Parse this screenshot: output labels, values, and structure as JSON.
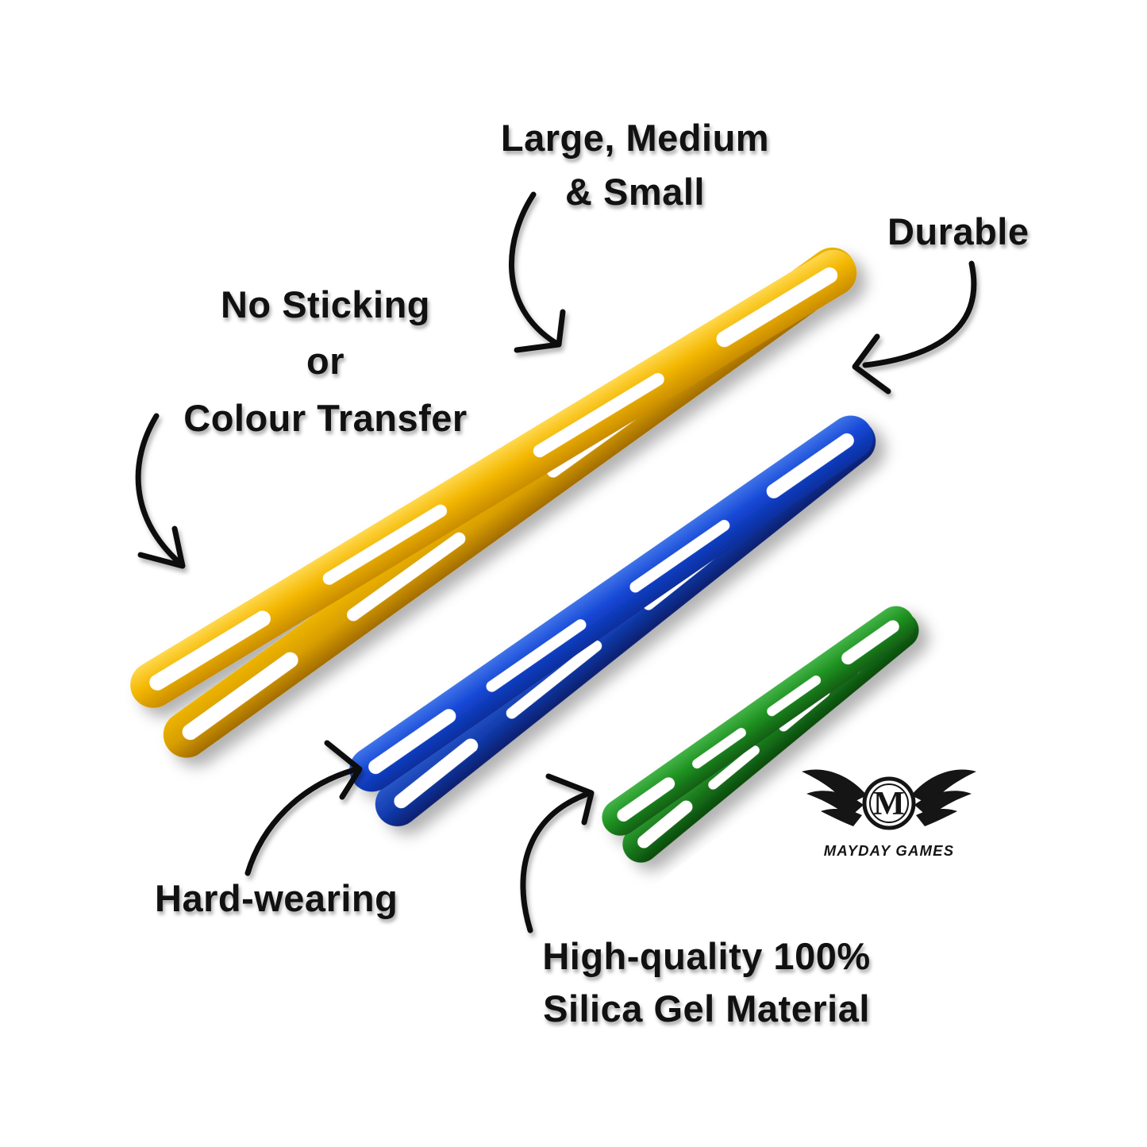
{
  "background": "#ffffff",
  "annotation_color": "#111111",
  "labels": {
    "sizes": "Large, Medium\n& Small",
    "durable": "Durable",
    "no_sticking": "No Sticking\nor\nColour Transfer",
    "hard_wearing": "Hard-wearing",
    "material": "High-quality 100%\nSilica Gel Material"
  },
  "logo": {
    "monogram": "M",
    "name": "MAYDAY GAMES"
  },
  "bands": [
    {
      "size": "large",
      "color_name": "yellow",
      "color": "#F3B700"
    },
    {
      "size": "medium",
      "color_name": "blue",
      "color": "#1547D6"
    },
    {
      "size": "small",
      "color_name": "green",
      "color": "#1F9221"
    }
  ]
}
